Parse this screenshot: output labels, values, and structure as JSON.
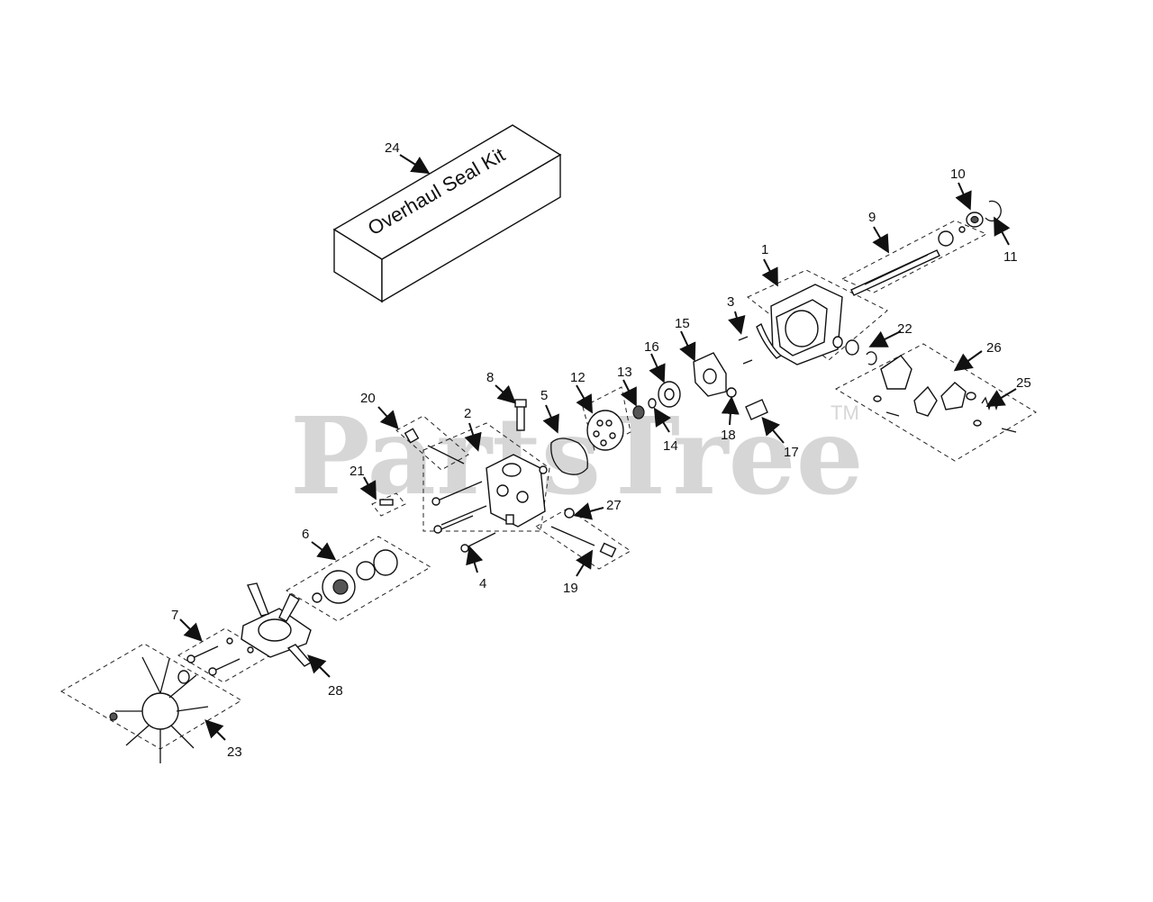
{
  "watermark": {
    "text": "PartsTree",
    "tm": "TM"
  },
  "kit_label": "Overhaul Seal Kit",
  "callouts": [
    "1",
    "2",
    "3",
    "4",
    "5",
    "6",
    "7",
    "8",
    "9",
    "10",
    "11",
    "12",
    "13",
    "14",
    "15",
    "16",
    "17",
    "18",
    "19",
    "20",
    "21",
    "22",
    "23",
    "24",
    "25",
    "26",
    "27",
    "28"
  ]
}
